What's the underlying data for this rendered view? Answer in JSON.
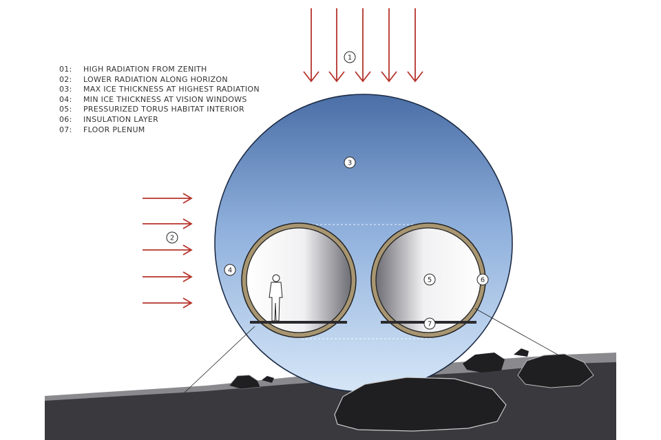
{
  "legend": [
    {
      "num": "01:",
      "text": "HIGH RADIATION FROM ZENITH"
    },
    {
      "num": "02:",
      "text": "LOWER RADIATION ALONG HORIZON"
    },
    {
      "num": "03:",
      "text": "MAX ICE THICKNESS AT HIGHEST RADIATION"
    },
    {
      "num": "04:",
      "text": "MIN ICE THICKNESS AT VISION WINDOWS"
    },
    {
      "num": "05:",
      "text": "PRESSURIZED TORUS HABITAT INTERIOR"
    },
    {
      "num": "06:",
      "text": "INSULATION LAYER"
    },
    {
      "num": "07:",
      "text": "FLOOR PLENUM"
    }
  ],
  "callouts": {
    "c1": "1",
    "c2": "2",
    "c3": "3",
    "c4": "4",
    "c5": "5",
    "c6": "6",
    "c7": "7"
  },
  "colors": {
    "arrow": "#b5322a",
    "ice_top": "#4a6ea6",
    "ice_bottom": "#cfe1f5",
    "ground": "#3a3a3e",
    "rock": "#1f1f22",
    "insulation": "#a89672"
  }
}
